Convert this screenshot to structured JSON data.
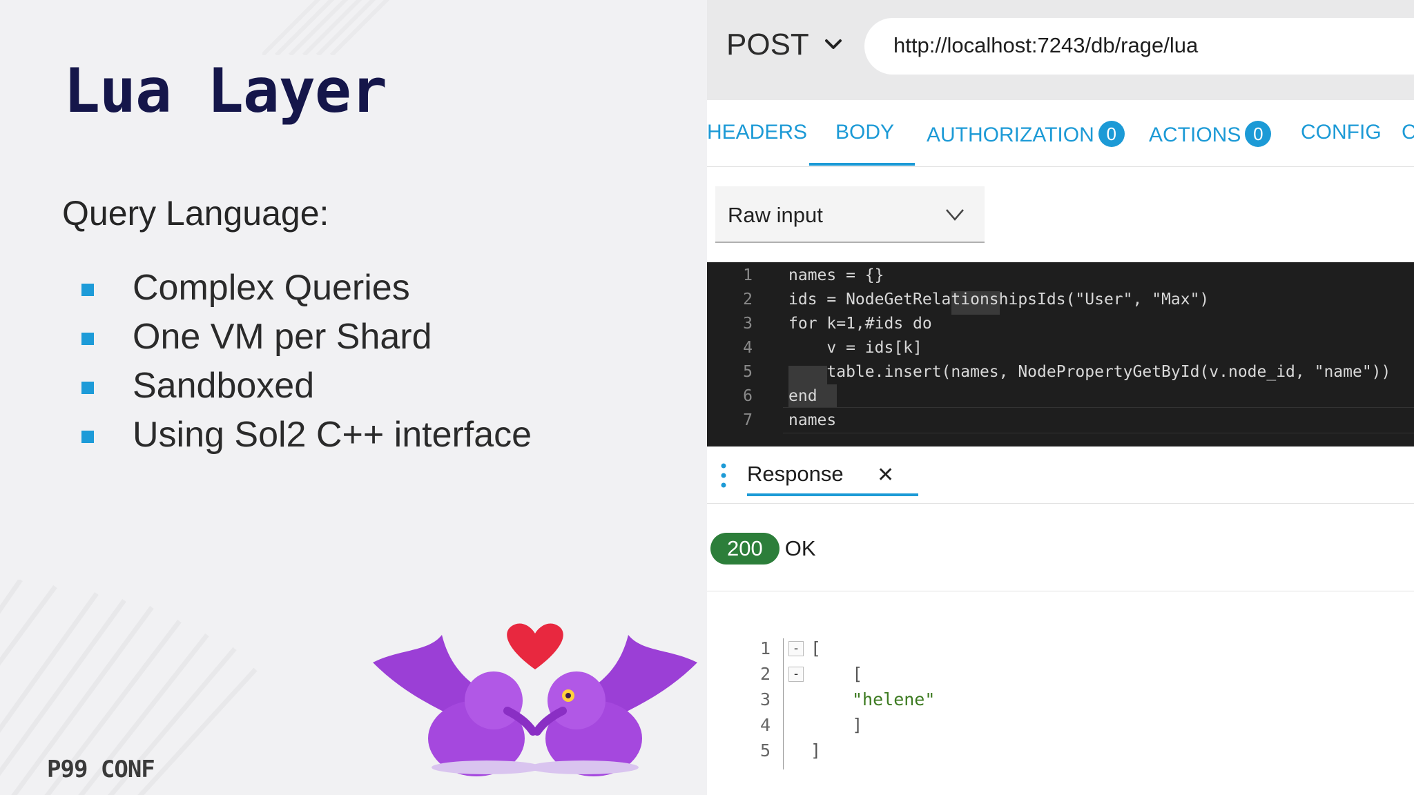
{
  "slide": {
    "title": "Lua Layer",
    "subtitle": "Query Language:",
    "bullets": [
      "Complex Queries",
      "One VM per Shard",
      "Sandboxed",
      "Using Sol2 C++ interface"
    ],
    "brand": "P99 CONF",
    "accent_color": "#1d9bd8"
  },
  "request": {
    "method": "POST",
    "url": "http://localhost:7243/db/rage/lua"
  },
  "tabs": [
    {
      "label": "HEADERS"
    },
    {
      "label": "BODY",
      "active": true
    },
    {
      "label": "AUTHORIZATION",
      "badge": "0"
    },
    {
      "label": "ACTIONS",
      "badge": "0"
    },
    {
      "label": "CONFIG"
    },
    {
      "label": "C"
    }
  ],
  "body_mode": {
    "selected": "Raw input"
  },
  "editor": {
    "lines": [
      {
        "n": "1",
        "code": "names = {}"
      },
      {
        "n": "2",
        "code": "ids = NodeGetRelationshipsIds(\"User\", \"Max\")"
      },
      {
        "n": "3",
        "code": "for k=1,#ids do"
      },
      {
        "n": "4",
        "code": "    v = ids[k]"
      },
      {
        "n": "5",
        "code": "    table.insert(names, NodePropertyGetById(v.node_id, \"name\"))"
      },
      {
        "n": "6",
        "code": "end"
      },
      {
        "n": "7",
        "code": "names"
      }
    ]
  },
  "response": {
    "tab_label": "Response",
    "close_glyph": "✕",
    "status_code": "200",
    "status_text": "OK",
    "status_color": "#2c7e3a",
    "lines": [
      {
        "n": "1",
        "fold": "-",
        "code": "["
      },
      {
        "n": "2",
        "fold": "-",
        "code": "    ["
      },
      {
        "n": "3",
        "fold": "",
        "code": "\"helene\""
      },
      {
        "n": "4",
        "fold": "",
        "code": "    ]"
      },
      {
        "n": "5",
        "fold": "",
        "code": "]"
      }
    ]
  }
}
